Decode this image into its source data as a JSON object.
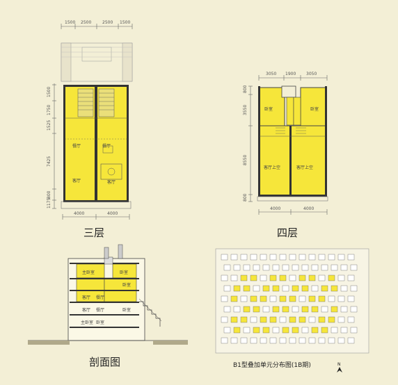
{
  "plan3": {
    "title": "三层",
    "dims_top": [
      "1500",
      "2500",
      "2500",
      "1500"
    ],
    "dims_left": [
      "1500",
      "1750",
      "1525",
      "7425",
      "1175",
      "800"
    ],
    "dims_bottom": [
      "4000",
      "4000"
    ],
    "rooms": [
      "餐厅",
      "客厅",
      "餐厅",
      "客厅"
    ]
  },
  "plan4": {
    "title": "四层",
    "dims_top": [
      "3050",
      "1900",
      "3050"
    ],
    "dims_left": [
      "800",
      "3550",
      "8550",
      "800"
    ],
    "dims_bottom": [
      "4000",
      "4000"
    ],
    "rooms": [
      "卧室",
      "卧室",
      "客厅上空",
      "客厅上空"
    ]
  },
  "section": {
    "title": "剖面图",
    "rooms": [
      "主卧室",
      "卧室",
      "客厅",
      "餐厅",
      "卧室",
      "客厅",
      "餐厅",
      "卧室",
      "主卧室",
      "卧室"
    ]
  },
  "siteplan": {
    "title": "B1型叠加单元分布图(1B期)",
    "north": "N"
  },
  "colors": {
    "bg": "#f3efd6",
    "yellow": "#f6e63a",
    "gold": "#c9a227",
    "line": "#444444"
  }
}
